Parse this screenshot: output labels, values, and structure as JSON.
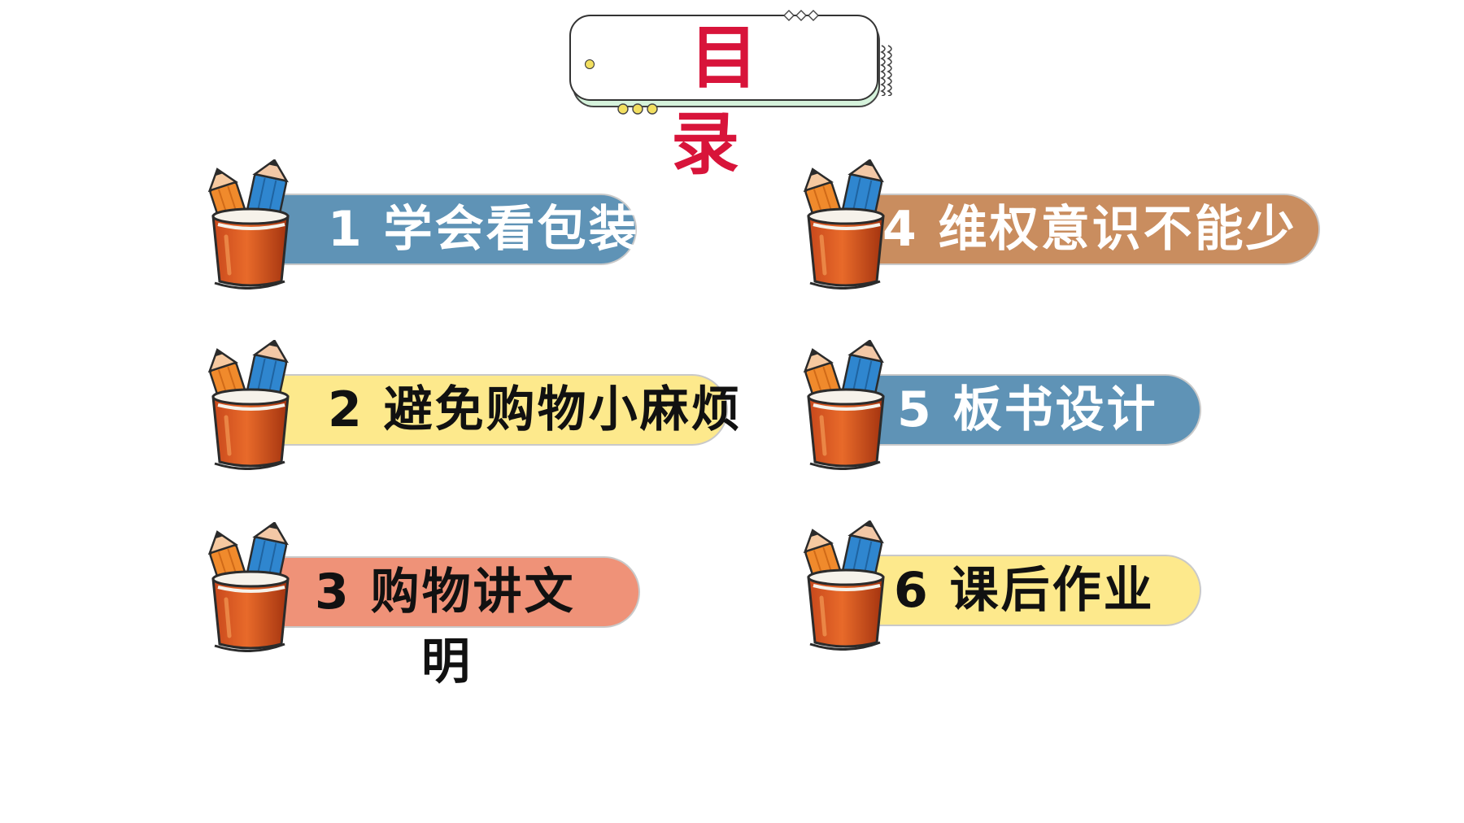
{
  "title": {
    "text": "目 录",
    "color": "#d8143a"
  },
  "items": [
    {
      "label": "1  学会看包装",
      "color": "#5f93b6",
      "text_color": "#ffffff",
      "icon": "pencil-cup-icon"
    },
    {
      "label": "2  避免购物小麻烦",
      "color": "#fde98c",
      "text_color": "#111111",
      "icon": "pencil-cup-icon"
    },
    {
      "label": "3  购物讲文",
      "label_wrap": "明",
      "color": "#ef9278",
      "text_color": "#111111",
      "icon": "pencil-cup-icon"
    },
    {
      "label": "4  维权意识不能少",
      "color": "#c98d5f",
      "text_color": "#ffffff",
      "icon": "pencil-cup-icon"
    },
    {
      "label": "5  板书设计",
      "color": "#5f93b6",
      "text_color": "#ffffff",
      "icon": "pencil-cup-icon"
    },
    {
      "label": "6  课后作业",
      "color": "#fde98c",
      "text_color": "#111111",
      "icon": "pencil-cup-icon"
    }
  ]
}
